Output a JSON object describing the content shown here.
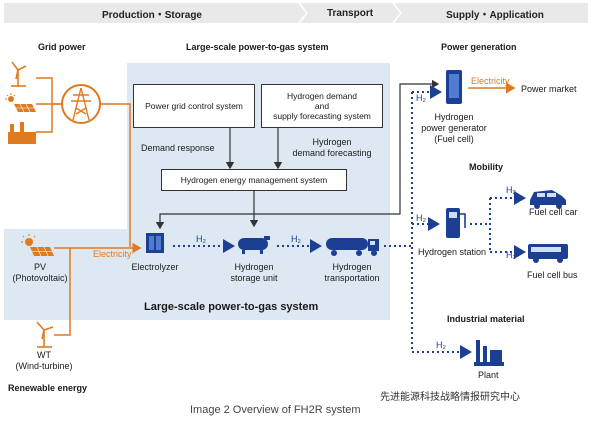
{
  "header": {
    "stage1": "Production・Storage",
    "stage2": "Transport",
    "stage3": "Supply・Application"
  },
  "left": {
    "grid_power": "Grid power",
    "pv_line1": "PV",
    "pv_line2": "(Photovoltaic)",
    "wt_line1": "WT",
    "wt_line2": "(Wind-turbine)",
    "renewable": "Renewable energy",
    "electricity": "Electricity"
  },
  "system": {
    "title": "Large-scale power-to-gas system",
    "bottom_title": "Large-scale power-to-gas system",
    "grid_control": "Power grid control system",
    "forecast_line1": "Hydrogen demand",
    "forecast_line2": "and",
    "forecast_line3": "supply forecasting system",
    "demand_response": "Demand response",
    "demand_forecast_line1": "Hydrogen",
    "demand_forecast_line2": "demand forecasting",
    "hems": "Hydrogen energy management system",
    "electrolyzer": "Electrolyzer",
    "storage_line1": "Hydrogen",
    "storage_line2": "storage unit",
    "transport_line1": "Hydrogen",
    "transport_line2": "transportation",
    "h2": "H₂"
  },
  "right": {
    "power_generation": "Power generation",
    "electricity": "Electricity",
    "power_market": "Power market",
    "generator_line1": "Hydrogen",
    "generator_line2": "power generator",
    "generator_line3": "(Fuel cell)",
    "mobility": "Mobility",
    "fuel_cell_car": "Fuel cell car",
    "hydrogen_station": "Hydrogen station",
    "fuel_cell_bus": "Fuel cell bus",
    "industrial": "Industrial material",
    "plant": "Plant",
    "h2": "H₂"
  },
  "caption": "Image 2    Overview of FH2R system",
  "watermark": "先进能源科技战略情报研究中心",
  "colors": {
    "orange": "#e07a1f",
    "navy": "#1c3f94",
    "panel": "#dde8f3",
    "header_bg": "#e9e9e9"
  }
}
